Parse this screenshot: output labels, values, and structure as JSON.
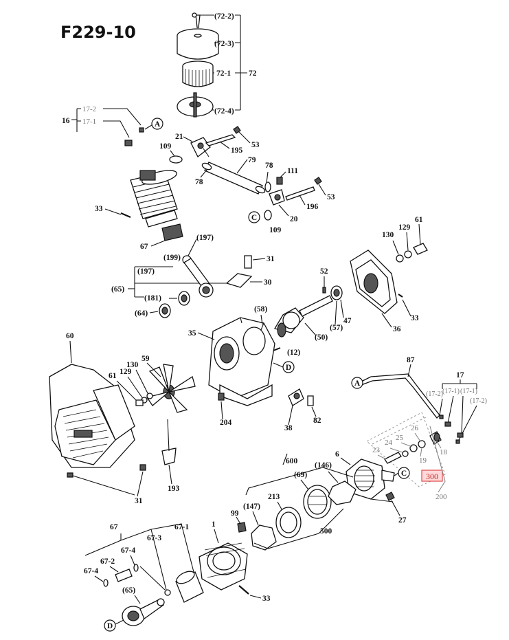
{
  "title": "F229-10",
  "callouts": {
    "c72_2": "(72-2)",
    "c72_3": "(72-3)",
    "c72_1": "72-1",
    "c72": "72",
    "c72_4": "(72-4)",
    "c16": "16",
    "c17_2a": "17-2",
    "c17_1a": "17-1",
    "c21": "21",
    "c109a": "109",
    "c195": "195",
    "c53a": "53",
    "c79": "79",
    "c78a": "78",
    "c78b": "78",
    "c111": "111",
    "c53b": "53",
    "c196": "196",
    "c20": "20",
    "c109b": "109",
    "c33a": "33",
    "c67a": "67",
    "c197a": "(197)",
    "c199": "(199)",
    "c197b": "(197)",
    "c65a": "(65)",
    "c181": "(181)",
    "c64": "(64)",
    "c31a": "31",
    "c30": "30",
    "c58": "(58)",
    "c35": "35",
    "c12": "(12)",
    "c52": "52",
    "c50": "(50)",
    "c57": "(57)",
    "c47": "47",
    "c130a": "130",
    "c129a": "129",
    "c61a": "61",
    "c36": "36",
    "c33b": "33",
    "c60": "60",
    "c59": "59",
    "c130b": "130",
    "c129b": "129",
    "c61b": "61",
    "c204": "204",
    "c38": "38",
    "c82": "82",
    "c193": "193",
    "c31b": "31",
    "c87": "87",
    "c17": "17",
    "c17_2b": "(17-2)",
    "c17_1b": "(17-1)",
    "c17_1c": "(17-1)",
    "c17_2c": "(17-2)",
    "c26": "26",
    "c25": "25",
    "c24": "24",
    "c23": "23",
    "c19": "19",
    "c18": "18",
    "c300": "300",
    "c200": "200",
    "c6": "6",
    "c27": "27",
    "c600": "600",
    "c69": "(69)",
    "c146": "(146)",
    "c213": "213",
    "c147": "(147)",
    "c500": "500",
    "c99": "99",
    "c1": "1",
    "c33c": "33",
    "c67b": "67",
    "c67_1": "67-1",
    "c67_3": "67-3",
    "c67_4a": "67-4",
    "c67_2": "67-2",
    "c67_4b": "67-4",
    "c65b": "(65)"
  },
  "refs": {
    "A1": "A",
    "A2": "A",
    "C1": "C",
    "C2": "C",
    "D1": "D",
    "D2": "D"
  },
  "highlight": {
    "part": "300",
    "color": "#e04848"
  }
}
